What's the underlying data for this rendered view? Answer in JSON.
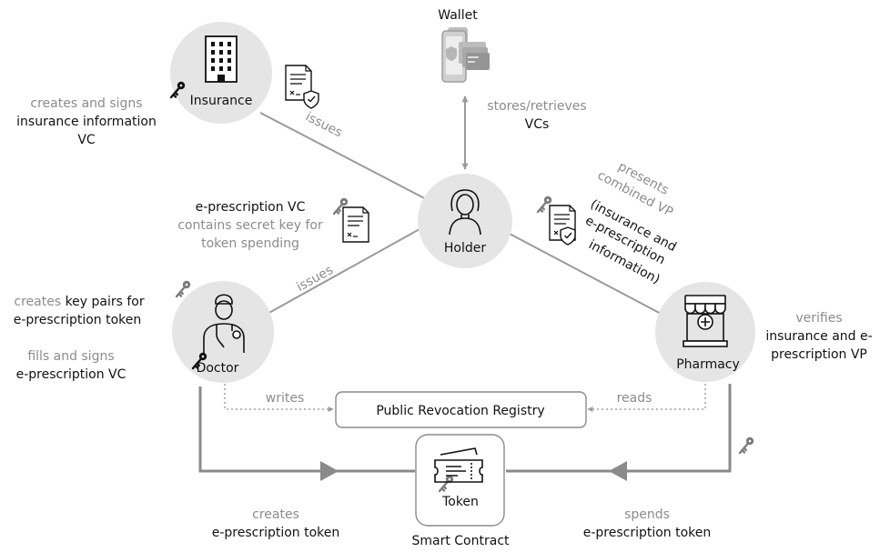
{
  "actors": {
    "wallet": "Wallet",
    "insurance": "Insurance",
    "holder": "Holder",
    "doctor": "Doctor",
    "pharmacy": "Pharmacy",
    "token": "Token",
    "smart_contract": "Smart Contract",
    "registry": "Public Revocation Registry"
  },
  "annotations": {
    "insurance": {
      "line1": "creates and signs",
      "line2": "insurance information",
      "line3": "VC"
    },
    "wallet": {
      "line1": "stores/retrieves",
      "line2": "VCs"
    },
    "eprescription_vc": {
      "line1": "e-prescription VC",
      "line2": "contains secret key for",
      "line3": "token spending"
    },
    "doctor_keys": {
      "grey": "creates ",
      "dark": "key pairs for",
      "line2": "e-prescription token"
    },
    "doctor_vc": {
      "line1": "fills and signs",
      "line2": "e-prescription VC"
    },
    "pharmacy_verifies": {
      "line1": "verifies",
      "line2": "insurance and e-",
      "line3": "prescription VP"
    },
    "creates_token": {
      "line1": "creates",
      "line2": "e-prescription token"
    },
    "spends_token": {
      "line1": "spends",
      "line2": "e-prescription token"
    }
  },
  "edges": {
    "insurance_issues": "issues",
    "doctor_issues": "issues",
    "writes": "writes",
    "reads": "reads",
    "presents": {
      "line1": "presents",
      "line2": "combined VP",
      "line3": "(insurance and",
      "line4": "e-prescription",
      "line5": "information)"
    }
  },
  "colors": {
    "node_fill": "#e5e5e5",
    "arrow": "#9a9a9a",
    "grey_text": "#8c8c8c",
    "dark_text": "#111111"
  }
}
